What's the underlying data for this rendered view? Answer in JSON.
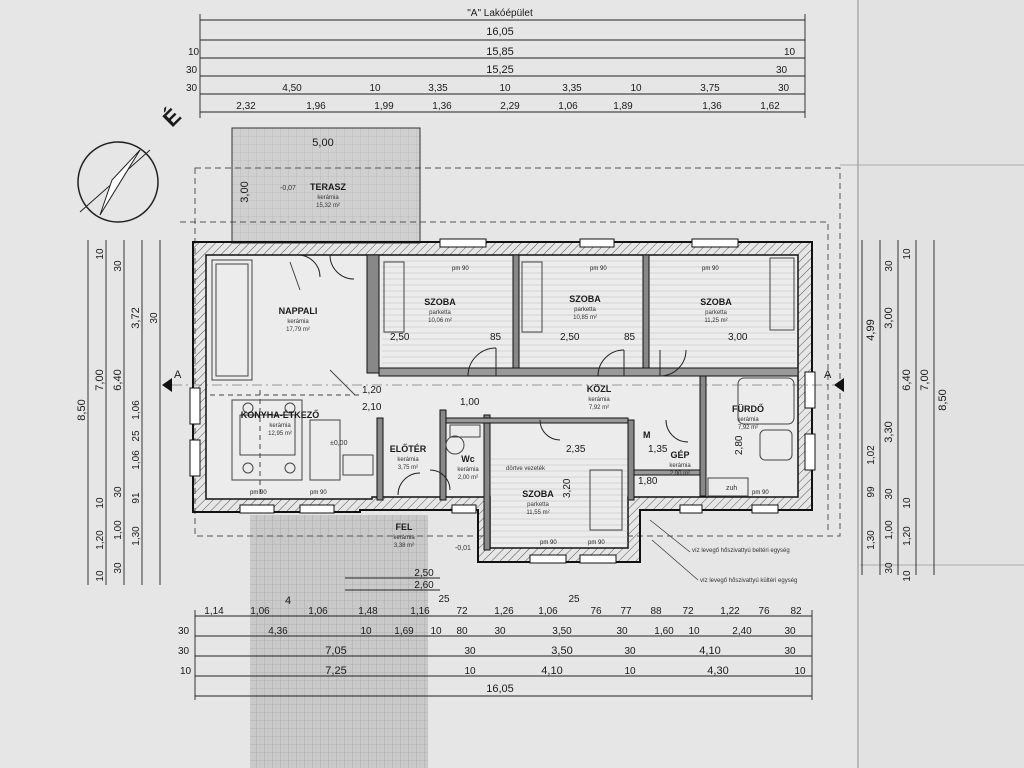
{
  "title": "\"A\" Lakóépület",
  "north_label": "É",
  "section_label": "A",
  "section_label_right": "A",
  "top_dims": {
    "row0": "16,05",
    "row1": [
      "10",
      "15,85",
      "10"
    ],
    "row2": [
      "30",
      "15,25",
      "30"
    ],
    "row3": [
      "30",
      "4,50",
      "10",
      "3,35",
      "10",
      "3,35",
      "10",
      "3,75",
      "30"
    ],
    "row4": [
      "2,32",
      "1,96",
      "1,99",
      "1,36",
      "2,29",
      "1,06",
      "1,89",
      "1,36",
      "1,62"
    ]
  },
  "bottom_dims": {
    "row0": [
      "1,14",
      "1,06",
      "1,06",
      "1,48",
      "1,16",
      "72",
      "1,26",
      "1,06",
      "76",
      "77",
      "88",
      "72",
      "1,22",
      "76",
      "82"
    ],
    "row1": [
      "30",
      "4,36",
      "10",
      "1,69",
      "10",
      "80",
      "30",
      "3,50",
      "30",
      "1,60",
      "10",
      "2,40",
      "30"
    ],
    "row2": [
      "30",
      "7,05",
      "30",
      "3,50",
      "30",
      "4,10",
      "30"
    ],
    "row3": [
      "10",
      "7,25",
      "10",
      "4,10",
      "10",
      "4,30",
      "10"
    ],
    "row4": "16,05",
    "misc": [
      "2,50",
      "2,60",
      "25",
      "25",
      "4"
    ]
  },
  "left_dims": [
    "8,50",
    "7,00",
    "6,40",
    "3,72",
    "1,06",
    "25",
    "1,06",
    "1,20",
    "1,00",
    "1,30",
    "10",
    "30",
    "10",
    "30",
    "91",
    "30",
    "10",
    "30"
  ],
  "right_dims": [
    "8,50",
    "7,00",
    "6,40",
    "3,00",
    "4,99",
    "3,30",
    "1,02",
    "99",
    "1,30",
    "1,00",
    "1,20",
    "30",
    "10",
    "30",
    "10",
    "30",
    "10"
  ],
  "rooms": {
    "terasz": {
      "name": "TERASZ",
      "sub1": "kerámia",
      "sub2": "15,32 m²",
      "level": "-0,07",
      "w": "5,00",
      "h": "3,00"
    },
    "nappali": {
      "name": "NAPPALI",
      "sub1": "kerámia",
      "sub2": "17,79 m²"
    },
    "konyha": {
      "name": "KONYHA-ÉTKEZŐ",
      "sub1": "kerámia",
      "sub2": "12,95 m²",
      "level": "±0,00"
    },
    "szoba1": {
      "name": "SZOBA",
      "sub1": "parketta",
      "sub2": "10,06 m²"
    },
    "szoba2": {
      "name": "SZOBA",
      "sub1": "parketta",
      "sub2": "10,85 m²"
    },
    "szoba3": {
      "name": "SZOBA",
      "sub1": "parketta",
      "sub2": "11,25 m²"
    },
    "szoba4": {
      "name": "SZOBA",
      "sub1": "parketta",
      "sub2": "11,55 m²"
    },
    "kozl": {
      "name": "KÖZL",
      "sub1": "kerámia",
      "sub2": "7,92 m²"
    },
    "furdo": {
      "name": "FÜRDŐ",
      "sub1": "kerámia",
      "sub2": "7,92 m²"
    },
    "eloter": {
      "name": "ELŐTÉR",
      "sub1": "kerámia",
      "sub2": "3,75 m²"
    },
    "wc": {
      "name": "Wc",
      "sub1": "kerámia",
      "sub2": "2,00 m²"
    },
    "gep": {
      "name": "GÉP",
      "sub1": "kerámia",
      "sub2": "2,90 m²"
    },
    "fel": {
      "name": "FEL",
      "sub1": "kerámia",
      "sub2": "3,38 m²",
      "level": "-0,01"
    }
  },
  "notes": {
    "n1": "víz levegő hőszivattyú beltéri egység",
    "n2": "víz levegő hőszivattyú kültéri egység",
    "n3": "zuh",
    "n4": "M",
    "n5": "dörtve vezeték"
  },
  "room_dims": {
    "a": "2,50",
    "b": "85",
    "c": "2,50",
    "d": "85",
    "e": "3,00",
    "f": "1,20",
    "g": "2,10",
    "h": "1,00",
    "i": "2,35",
    "j": "1,80",
    "k": "3,20",
    "l": "2,80",
    "m": "1,35"
  },
  "window_label": "pm 90"
}
